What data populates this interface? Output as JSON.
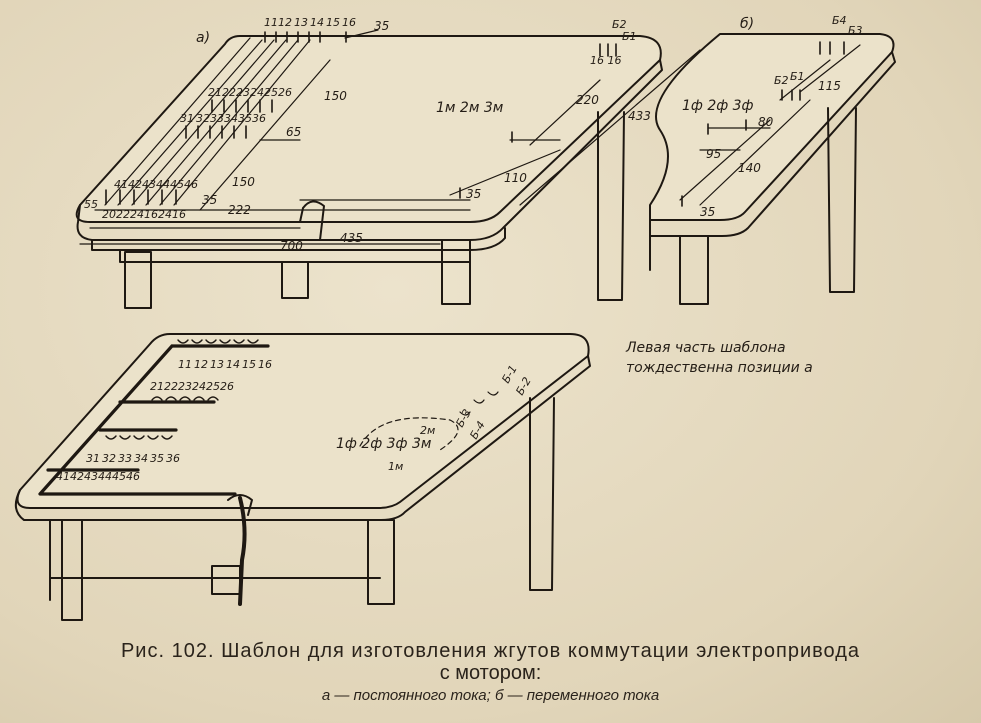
{
  "caption": {
    "line1": "Рис. 102. Шаблон для изготовления жгутов коммутации электропривода",
    "line2": "с мотором:",
    "line3": "а — постоянного тока; б — переменного тока"
  },
  "panel_a": {
    "label": "а)",
    "row1_terms": [
      "11",
      "12",
      "13",
      "14",
      "15",
      "16"
    ],
    "row2_terms": [
      "21",
      "22",
      "23",
      "24",
      "25",
      "26"
    ],
    "row3_terms": [
      "31",
      "32",
      "33",
      "34",
      "35",
      "36"
    ],
    "row4_terms": [
      "41",
      "42",
      "43",
      "44",
      "45",
      "46"
    ],
    "row5_terms": [
      "20",
      "22",
      "24",
      "16",
      "24",
      "16"
    ],
    "corner_left": "55",
    "center_label": "1м 2м 3м",
    "dims": [
      "35",
      "150",
      "65",
      "150",
      "35",
      "222",
      "700",
      "435",
      "110",
      "35",
      "220",
      "433"
    ],
    "right_terms": [
      "Б2",
      "Б1"
    ],
    "right_small": "16 16"
  },
  "panel_b": {
    "label": "б)",
    "center_label": "1ф 2ф 3ф",
    "terms": [
      "Б4",
      "Б3",
      "Б2",
      "Б1"
    ],
    "dims": [
      "115",
      "80",
      "95",
      "140",
      "35"
    ]
  },
  "panel_c": {
    "row1_terms": [
      "11",
      "12",
      "13",
      "14",
      "15",
      "16"
    ],
    "row2_terms": [
      "21",
      "22",
      "23",
      "24",
      "25",
      "26"
    ],
    "row3_terms": [
      "31",
      "32",
      "33",
      "34",
      "35",
      "36"
    ],
    "row4_terms": [
      "41",
      "42",
      "43",
      "44",
      "45",
      "46"
    ],
    "center_label": "1ф 2ф 3ф 3м",
    "labels": [
      "2м",
      "1м",
      "Б-3",
      "Б-4",
      "Б-1",
      "Б-2"
    ]
  },
  "note": {
    "line1": "Левая часть шаблона",
    "line2": "тождественна позиции а"
  }
}
